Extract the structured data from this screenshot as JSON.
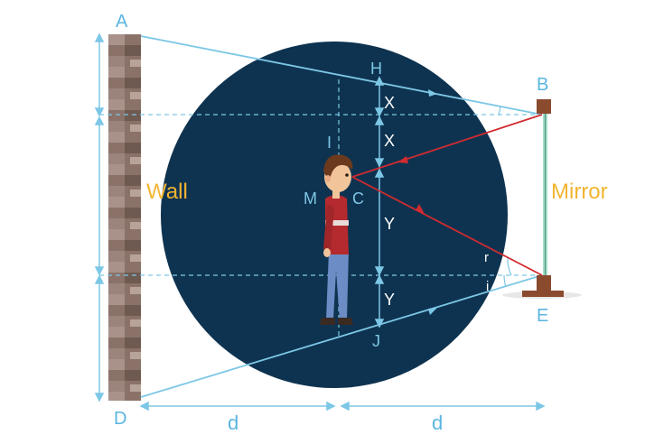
{
  "labels": {
    "point_a": "A",
    "point_b": "B",
    "point_d": "D",
    "point_e": "E",
    "point_h": "H",
    "point_j": "J",
    "point_i": "I",
    "point_m": "M",
    "point_c": "C",
    "seg_x_upper": "X",
    "seg_x_lower": "X",
    "seg_y_upper": "Y",
    "seg_y_lower": "Y",
    "angle_r": "r",
    "angle_i": "i",
    "dist_left": "d",
    "dist_right": "d",
    "wall": "Wall",
    "mirror": "Mirror"
  },
  "colors": {
    "circle": "#0e3350",
    "ray_blue": "#7dc7e6",
    "ray_red": "#d12b2f",
    "label_blue": "#5ab5e0",
    "label_white": "#ffffff",
    "accent_yellow": "#f2b531",
    "wall_brick": "#8b7268",
    "mirror_glass": "#a8dccb",
    "mirror_frame": "#8a4a2e"
  }
}
